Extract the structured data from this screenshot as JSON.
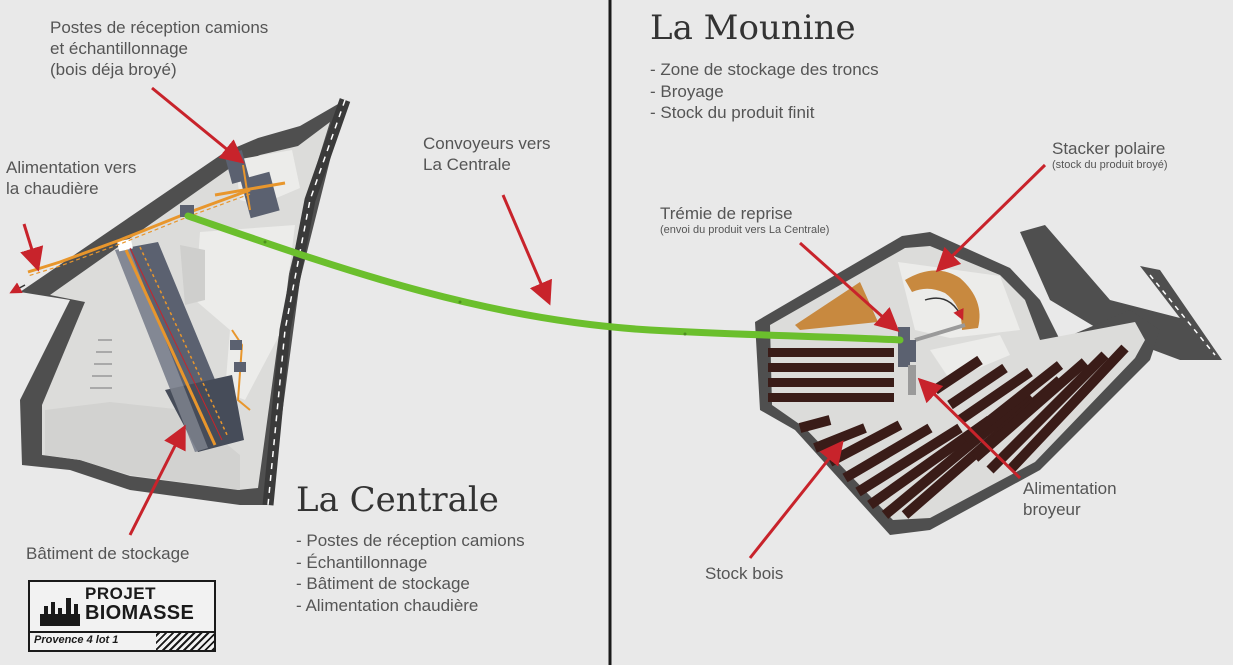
{
  "left_zone": {
    "title": "La Centrale",
    "bullets": [
      "- Postes de réception camions",
      "- Échantillonnage",
      "- Bâtiment de stockage",
      "- Alimentation chaudière"
    ],
    "labels": {
      "reception_line1": "Postes de réception camions",
      "reception_line2": "et échantillonnage",
      "reception_line3": "(bois déja broyé)",
      "boiler_line1": "Alimentation vers",
      "boiler_line2": "la chaudière",
      "storage_building": "Bâtiment de stockage"
    }
  },
  "center": {
    "conveyor_line1": "Convoyeurs vers",
    "conveyor_line2": "La Centrale"
  },
  "right_zone": {
    "title": "La Mounine",
    "bullets": [
      "- Zone de stockage des troncs",
      "- Broyage",
      "- Stock du produit finit"
    ],
    "labels": {
      "stacker_title": "Stacker polaire",
      "stacker_sub": "(stock du produit broyé)",
      "hopper_title": "Trémie de reprise",
      "hopper_sub": "(envoi du produit vers La Centrale)",
      "crusher_line1": "Alimentation",
      "crusher_line2": "broyeur",
      "wood_stock": "Stock bois"
    }
  },
  "logo": {
    "line1": "PROJET",
    "line2": "BIOMASSE",
    "line3": "Provence 4 lot 1"
  },
  "colors": {
    "background": "#e9e9e9",
    "conveyor_green": "#6bbf2d",
    "arrow_red": "#c8232b",
    "building_gray": "#5b6170",
    "belt_orange": "#e8962c",
    "stock_dark": "#3a1c18",
    "stacker_brown": "#c8893f",
    "site_outline": "#4f4f4f",
    "site_fill": "#d8d8d6"
  }
}
